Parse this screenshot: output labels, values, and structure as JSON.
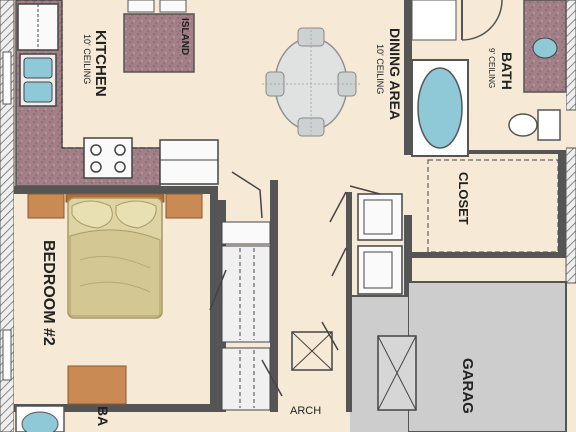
{
  "rooms": {
    "kitchen": {
      "name": "KITCHEN",
      "note": "10' CEILING"
    },
    "island": {
      "name": "ISLAND"
    },
    "dining": {
      "name": "DINING AREA",
      "note": "10' CEILING"
    },
    "bath": {
      "name": "BATH",
      "note": "9' CEILING"
    },
    "closet": {
      "name": "CLOSET"
    },
    "bedroom": {
      "name": "BEDROOM #2"
    },
    "garage": {
      "name": "GARAG"
    },
    "arch": {
      "name": "ARCH"
    },
    "bath2": {
      "name": "BA"
    }
  },
  "colors": {
    "floor": "#f6ead6",
    "wall": "#555555",
    "granite": "#a07f84",
    "garage": "#cdcdcd",
    "tub": "#8fc9d8",
    "bed": "#ddd3a3",
    "wood": "#c98a53"
  }
}
